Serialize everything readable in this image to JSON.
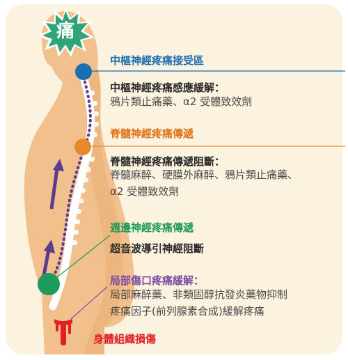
{
  "pain_char": "痛",
  "central_receptor_title": "中樞神經疼痛接受區",
  "central_relief_title": "中樞神經疼痛感應緩解：",
  "central_relief_body": "鴉片類止痛藥、α2 受體致效劑",
  "spinal_transmission_title": "脊髓神經疼痛傳遞",
  "spinal_block_title": "脊髓神經疼痛傳遞阻斷：",
  "spinal_block_body_1": "脊髓麻醉、硬膜外麻醉、鴉片類止痛藥、",
  "spinal_block_body_2": "α2 受體致效劑",
  "peripheral_transmission_title": "週邊神經疼痛傳遞",
  "peripheral_block": "超音波導引神經阻斷",
  "local_relief_title": "局部傷口疼痛緩解：",
  "local_relief_body_1": "局部麻醉藥、非類固醇抗發炎藥物抑制",
  "local_relief_body_2": "疼痛因子(前列腺素合成)緩解疼痛",
  "tissue_damage": "身體組織損傷",
  "colors": {
    "background": "#fbf2df",
    "skin": "#f2c08c",
    "brain_node": "#1b6fb1",
    "spinal_node": "#e58a2c",
    "peripheral_node": "#1e9a5c",
    "arrow": "#5b3a91",
    "blood": "#e02025"
  }
}
